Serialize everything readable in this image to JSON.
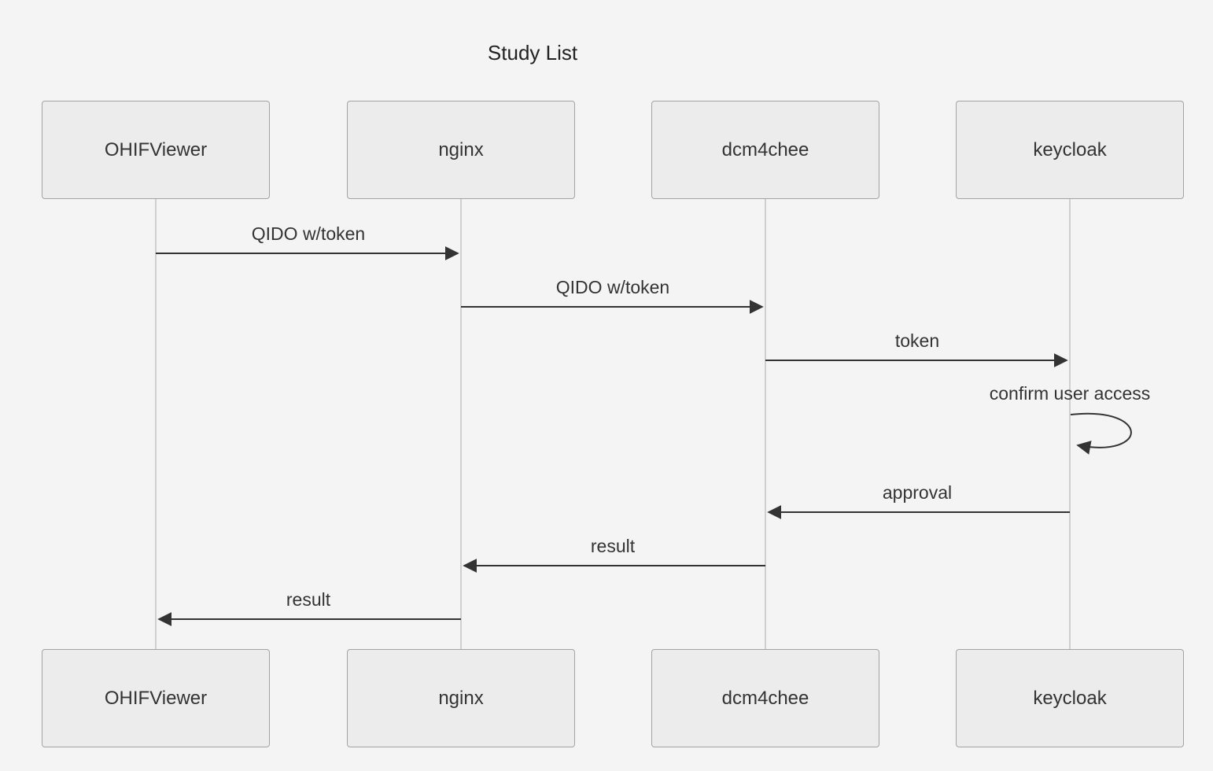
{
  "title": "Study List",
  "actors": [
    {
      "name": "OHIFViewer"
    },
    {
      "name": "nginx"
    },
    {
      "name": "dcm4chee"
    },
    {
      "name": "keycloak"
    }
  ],
  "messages": [
    {
      "label": "QIDO w/token",
      "from": "OHIFViewer",
      "to": "nginx"
    },
    {
      "label": "QIDO w/token",
      "from": "nginx",
      "to": "dcm4chee"
    },
    {
      "label": "token",
      "from": "dcm4chee",
      "to": "keycloak"
    },
    {
      "label": "confirm user access",
      "from": "keycloak",
      "to": "keycloak",
      "self_message": true
    },
    {
      "label": "approval",
      "from": "keycloak",
      "to": "dcm4chee"
    },
    {
      "label": "result",
      "from": "dcm4chee",
      "to": "nginx"
    },
    {
      "label": "result",
      "from": "nginx",
      "to": "OHIFViewer"
    }
  ],
  "colors": {
    "background": "#f4f4f4",
    "actor_fill": "#ececec",
    "actor_border": "#a3a3a3",
    "arrow": "#333333",
    "lifeline": "#aaaaaa",
    "text": "#333333"
  }
}
